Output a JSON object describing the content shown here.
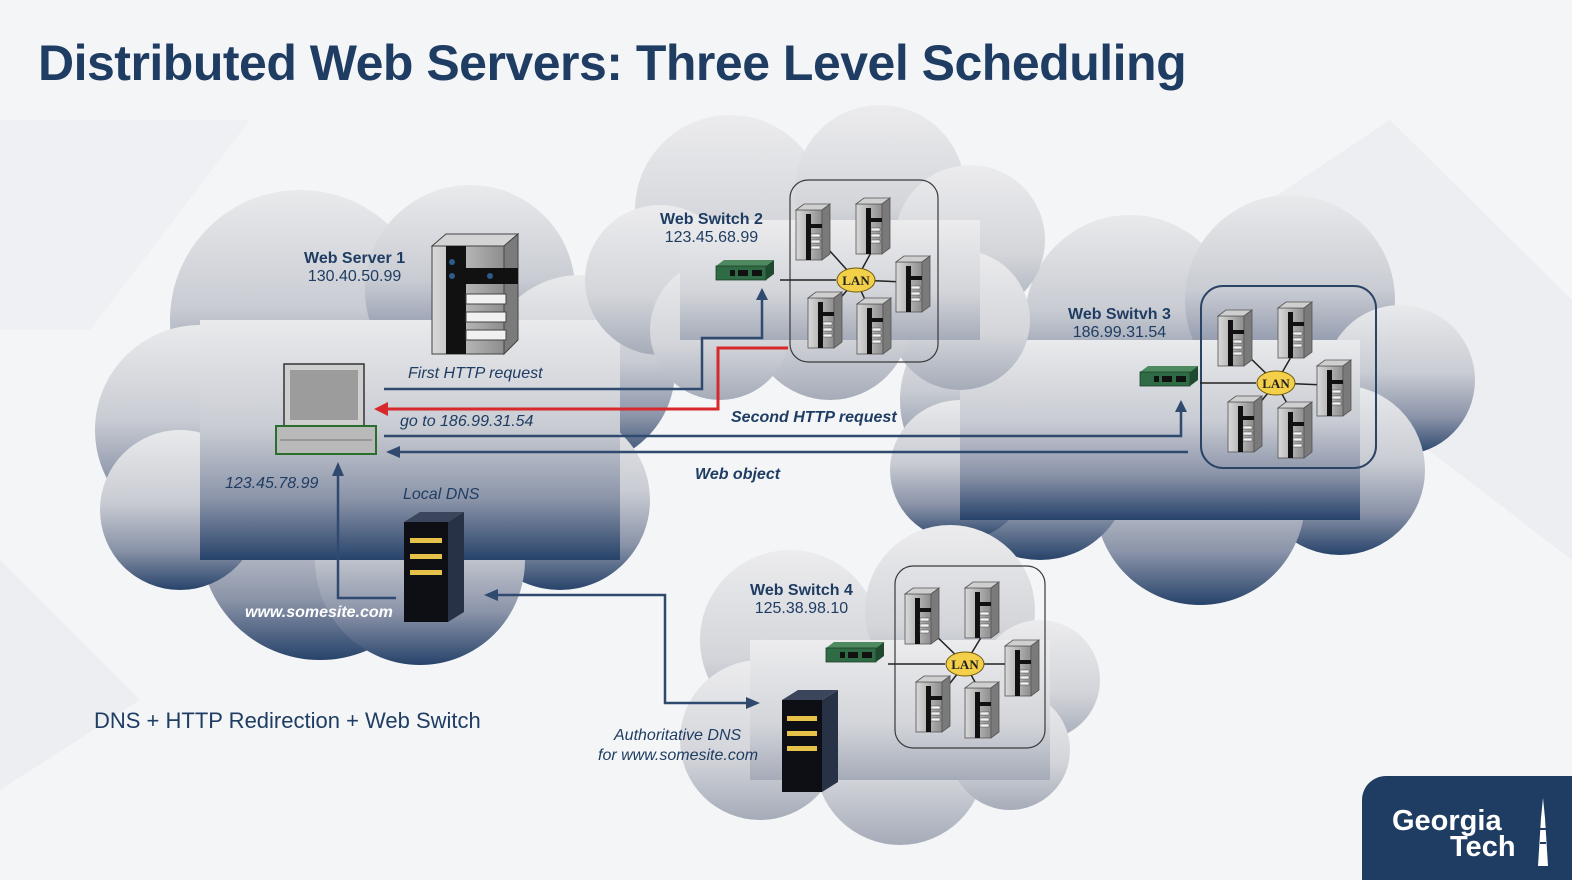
{
  "title": "Distributed Web Servers: Three Level Scheduling",
  "caption": "DNS + HTTP Redirection + Web Switch",
  "nodes": {
    "web_server_1": {
      "name": "Web Server 1",
      "ip": "130.40.50.99"
    },
    "web_switch_2": {
      "name": "Web Switch 2",
      "ip": "123.45.68.99"
    },
    "web_switch_3": {
      "name": "Web Switvh 3",
      "ip": "186.99.31.54"
    },
    "web_switch_4": {
      "name": "Web Switch 4",
      "ip": "125.38.98.10"
    },
    "client": {
      "ip": "123.45.78.99",
      "site": "www.somesite.com"
    },
    "local_dns": {
      "name": "Local DNS"
    },
    "authoritative_dns": {
      "line1": "Authoritative DNS",
      "line2": "for www.somesite.com"
    },
    "lan_label": "LAN"
  },
  "arrows": {
    "first_request": "First HTTP request",
    "redirect": "go to 186.99.31.54",
    "second_request": "Second HTTP request",
    "web_object": "Web object"
  },
  "colors": {
    "navy": "#1f3d63",
    "arrow": "#2f4a6e",
    "redirect": "#d7282b",
    "switch_green": "#2f6b45",
    "lan_yellow": "#f3cf4a"
  },
  "logo": {
    "line1": "Georgia",
    "line2": "Tech"
  }
}
